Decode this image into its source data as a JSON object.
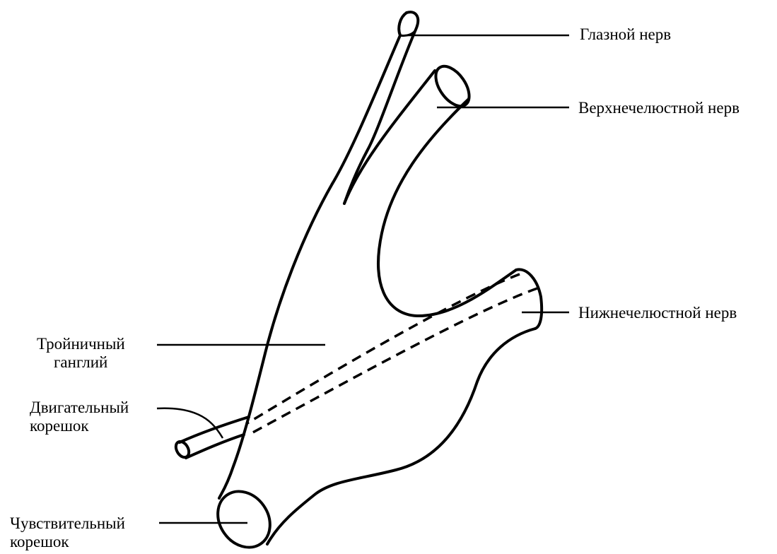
{
  "labels": {
    "ophthalmic": "Глазной нерв",
    "maxillary": "Верхнечелюстной нерв",
    "mandibular": "Нижнечелюстной нерв",
    "ganglion_line1": "Тройничный",
    "ganglion_line2": "ганглий",
    "motor_line1": "Двигательный",
    "motor_line2": "корешок",
    "sensory_line1": "Чувствительный",
    "sensory_line2": "корешок"
  }
}
